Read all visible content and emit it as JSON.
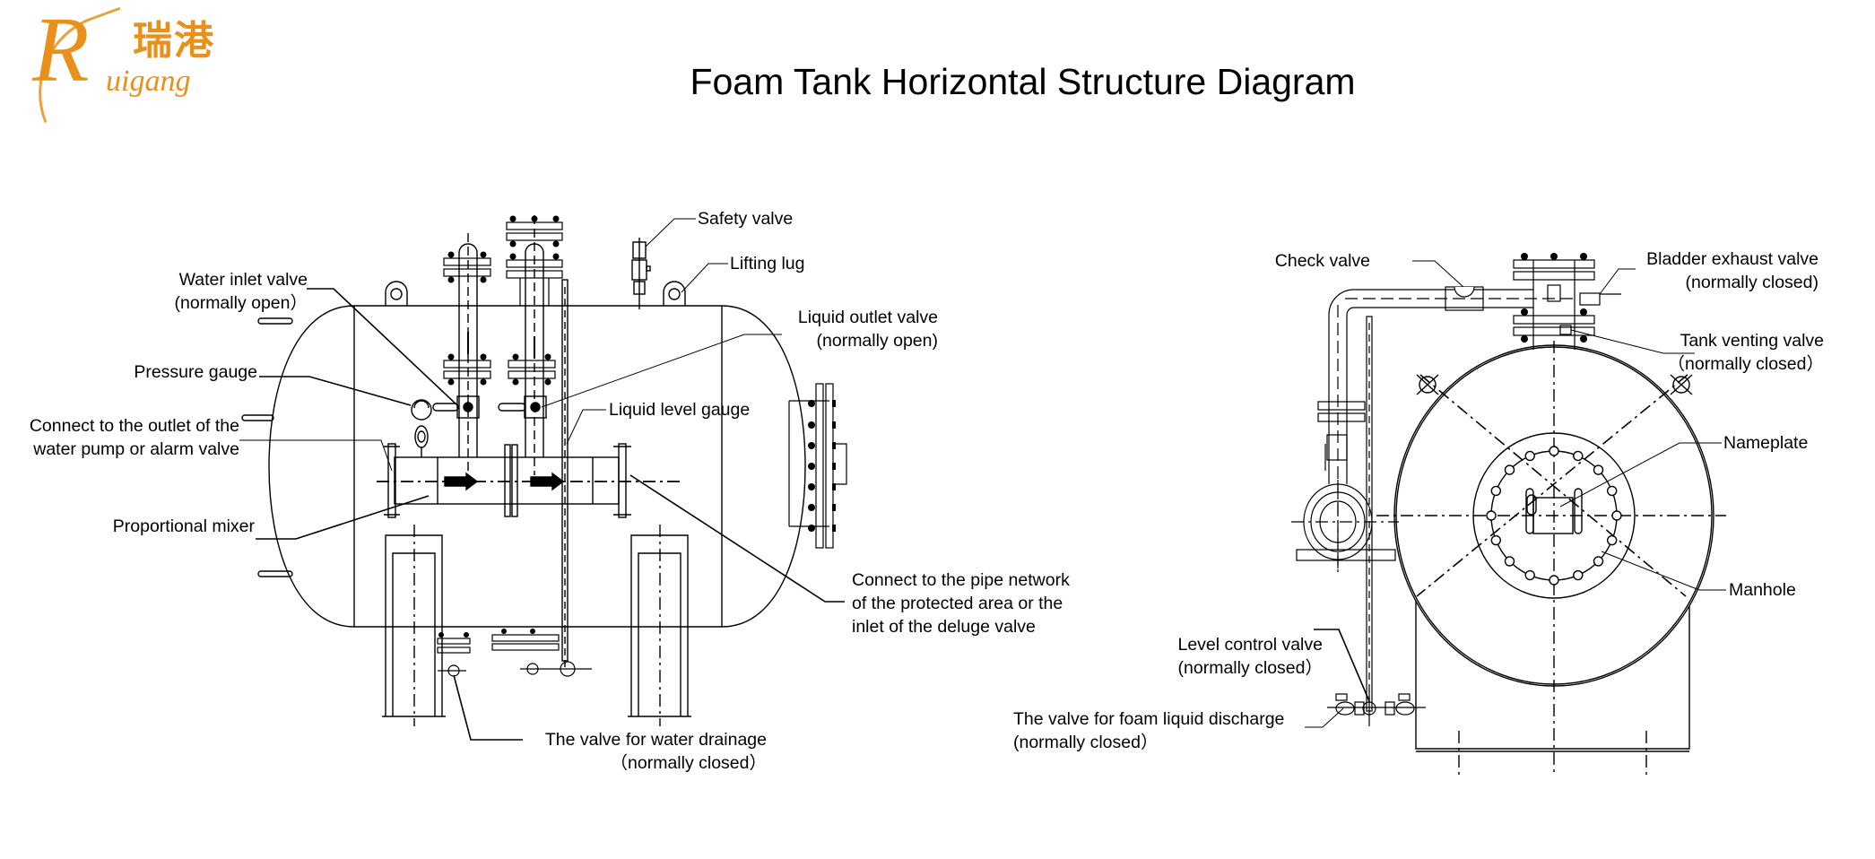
{
  "logo": {
    "brand_cn": "瑞港",
    "brand_letter": "R",
    "brand_en": "uigang",
    "color": "#e8901a"
  },
  "title": "Foam Tank Horizontal Structure Diagram",
  "left_view": {
    "labels": {
      "water_inlet_valve": [
        "Water inlet valve",
        "(normally open）"
      ],
      "pressure_gauge": [
        "Pressure gauge"
      ],
      "connect_outlet": [
        "Connect to the outlet of the",
        "water pump or alarm valve"
      ],
      "proportional_mixer": [
        "Proportional mixer"
      ],
      "safety_valve": [
        "Safety valve"
      ],
      "lifting_lug": [
        "Lifting lug"
      ],
      "liquid_outlet_valve": [
        "Liquid outlet valve",
        "(normally open)"
      ],
      "liquid_level_gauge": [
        "Liquid level gauge"
      ],
      "connect_pipe_network": [
        "Connect to the pipe network",
        "of the protected area or the",
        "inlet of the deluge valve"
      ],
      "water_drainage_valve": [
        "The valve for water drainage",
        "（normally closed）"
      ]
    }
  },
  "right_view": {
    "labels": {
      "check_valve": [
        "Check valve"
      ],
      "bladder_exhaust_valve": [
        "Bladder exhaust valve",
        "(normally closed)"
      ],
      "tank_venting_valve": [
        "Tank venting valve",
        "（normally closed）"
      ],
      "nameplate": [
        "Nameplate"
      ],
      "manhole": [
        "Manhole"
      ],
      "level_control_valve": [
        "Level control valve",
        "(normally closed）"
      ],
      "foam_discharge_valve": [
        "The valve for foam liquid discharge",
        "(normally closed）"
      ]
    }
  },
  "colors": {
    "line": "#000000",
    "background": "#ffffff",
    "brand": "#e8901a"
  }
}
